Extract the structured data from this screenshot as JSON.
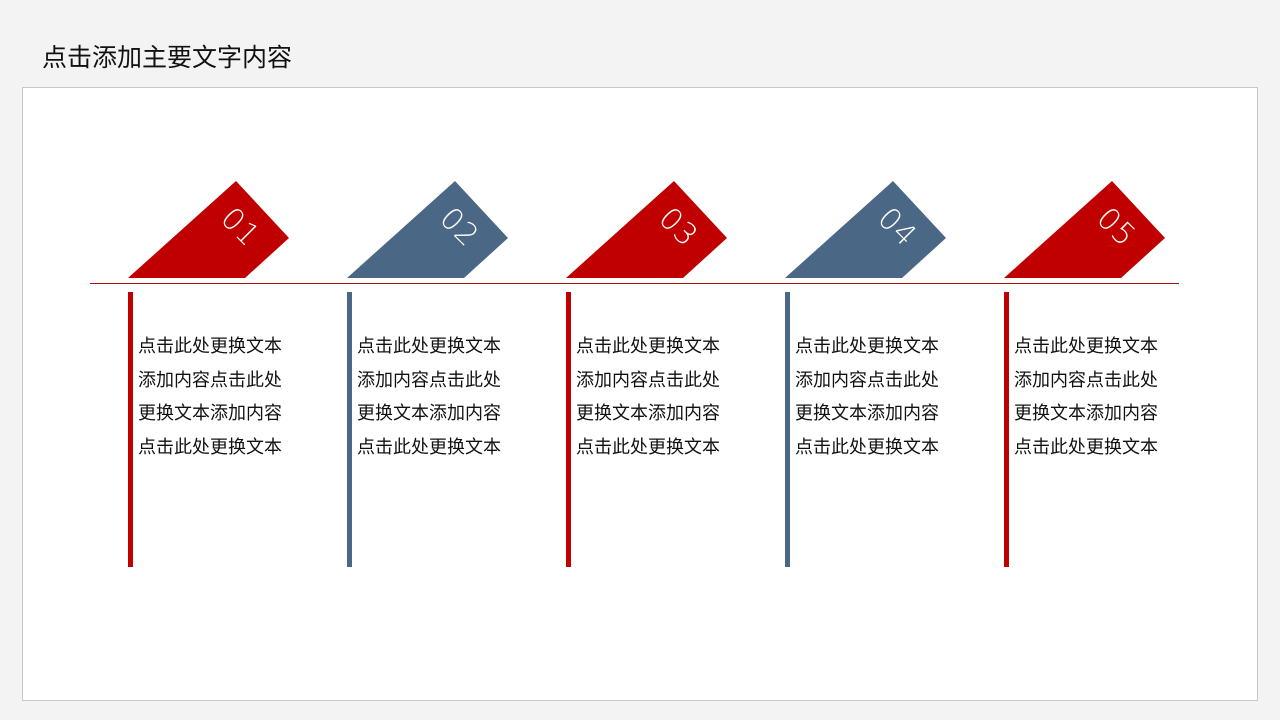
{
  "title": "点击添加主要文字内容",
  "colors": {
    "red": "#c00000",
    "blue": "#4a6785",
    "line": "#a0161c"
  },
  "items": [
    {
      "num": "01",
      "color": "red",
      "lines": [
        "点击此处更换文本",
        "添加内容点击此处",
        "更换文本添加内容",
        "点击此处更换文本"
      ]
    },
    {
      "num": "02",
      "color": "blue",
      "lines": [
        "点击此处更换文本",
        "添加内容点击此处",
        "更换文本添加内容",
        "点击此处更换文本"
      ]
    },
    {
      "num": "03",
      "color": "red",
      "lines": [
        "点击此处更换文本",
        "添加内容点击此处",
        "更换文本添加内容",
        "点击此处更换文本"
      ]
    },
    {
      "num": "04",
      "color": "blue",
      "lines": [
        "点击此处更换文本",
        "添加内容点击此处",
        "更换文本添加内容",
        "点击此处更换文本"
      ]
    },
    {
      "num": "05",
      "color": "red",
      "lines": [
        "点击此处更换文本",
        "添加内容点击此处",
        "更换文本添加内容",
        "点击此处更换文本"
      ]
    }
  ]
}
